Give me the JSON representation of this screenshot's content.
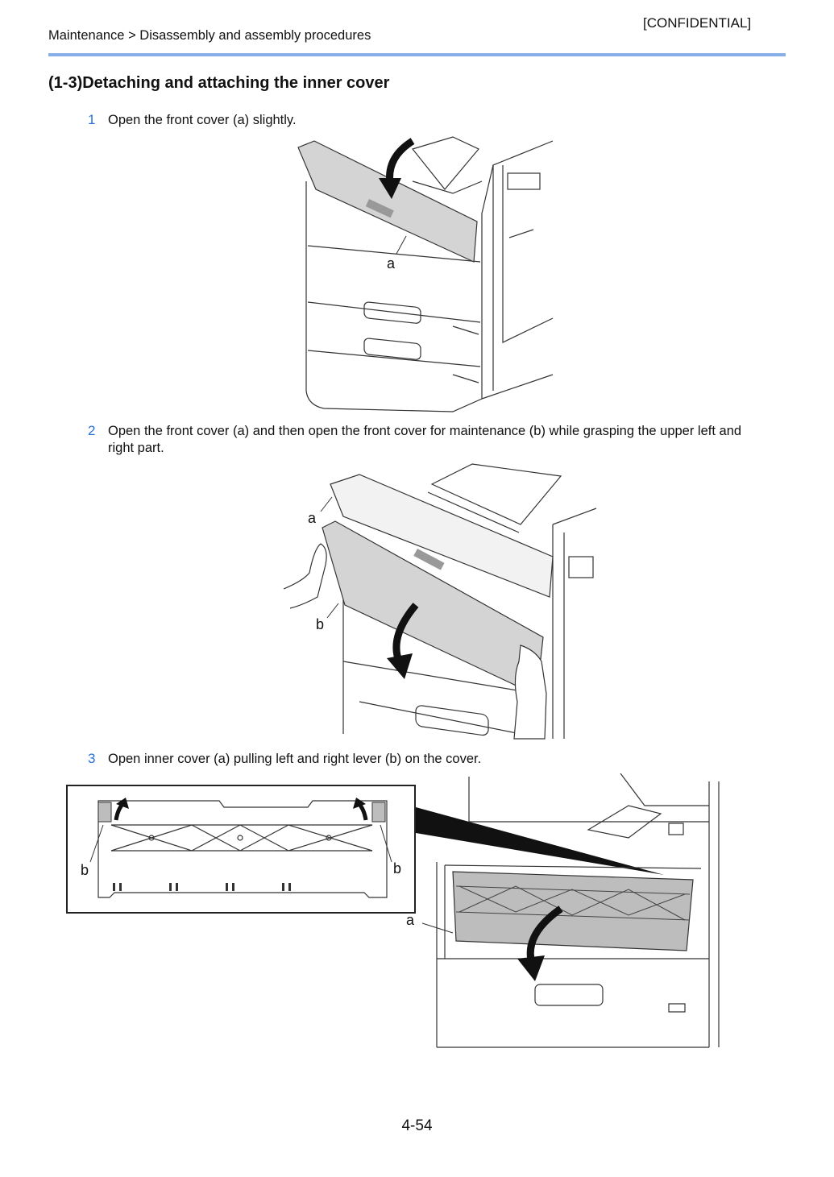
{
  "header": {
    "confidential": "[CONFIDENTIAL]",
    "breadcrumb": "Maintenance > Disassembly and assembly procedures"
  },
  "title": "(1-3)Detaching and attaching the inner cover",
  "steps": [
    {
      "number": "1",
      "text": "Open the front cover (a) slightly.",
      "labels": [
        "a"
      ]
    },
    {
      "number": "2",
      "text_line1": "Open the front cover (a) and then open the front cover for maintenance (b) while grasping the upper left and",
      "text_line2": "right part.",
      "labels": [
        "a",
        "b"
      ]
    },
    {
      "number": "3",
      "text": "Open inner cover (a) pulling left and right lever (b) on the cover.",
      "labels": [
        "b",
        "b",
        "a"
      ]
    }
  ],
  "footer": {
    "page_number": "4-54"
  },
  "colors": {
    "accent_blue": "#2a6fd6",
    "rule_blue": "#86aee8",
    "cover_gray": "#d4d4d4"
  }
}
